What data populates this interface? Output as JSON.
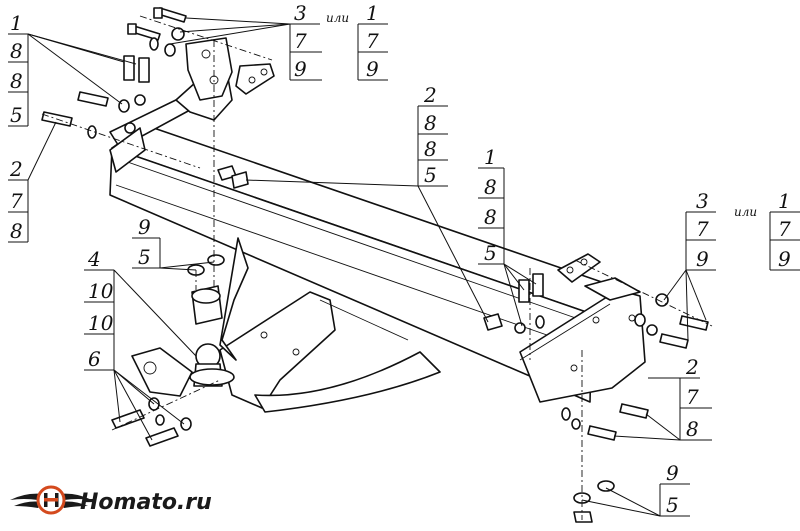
{
  "callouts": {
    "top_left": [
      "1",
      "8",
      "8",
      "5"
    ],
    "left_mid": [
      "2",
      "7",
      "8"
    ],
    "top_bolt": [
      "3"
    ],
    "top_bolt_sub": [
      "7",
      "9"
    ],
    "top_alt": [
      "1",
      "7",
      "9"
    ],
    "mid_center": [
      "2",
      "8",
      "8",
      "5"
    ],
    "mid_right": [
      "1",
      "8",
      "8",
      "5"
    ],
    "right_bolt": [
      "3"
    ],
    "right_bolt_sub": [
      "7",
      "9"
    ],
    "right_alt": [
      "1",
      "7",
      "9"
    ],
    "left_ball": [
      "9",
      "5"
    ],
    "left_bottom": [
      "4",
      "10",
      "10",
      "6"
    ],
    "right_lower": [
      "2",
      "7",
      "8"
    ],
    "right_bottom": [
      "9",
      "5"
    ]
  },
  "ili_word": "или",
  "logo": {
    "text": "Homato.ru",
    "icon": "wings-h-logo-icon"
  }
}
